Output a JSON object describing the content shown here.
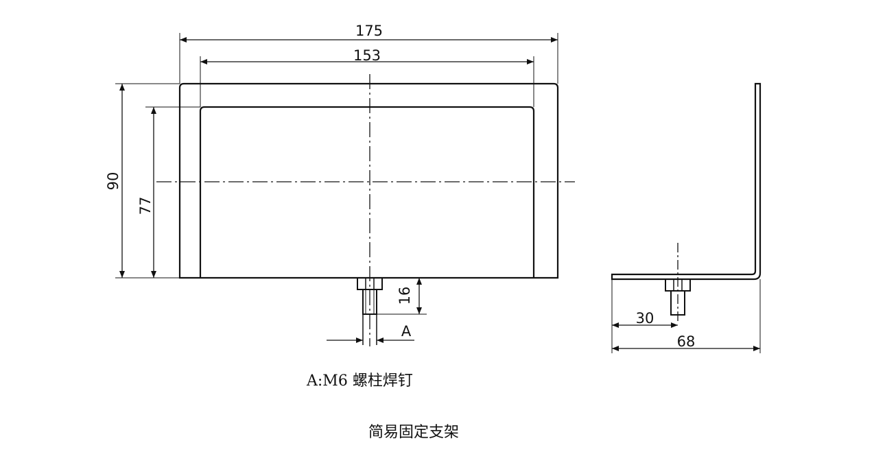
{
  "dimensions": {
    "outer_width": "175",
    "inner_width": "153",
    "outer_height": "90",
    "inner_height": "77",
    "stud_length": "16",
    "stud_label": "A",
    "offset": "30",
    "depth": "68"
  },
  "captions": {
    "stud_note": "A:M6 螺柱焊钉",
    "title": "简易固定支架"
  },
  "colors": {
    "line": "#111111",
    "background": "#ffffff"
  }
}
